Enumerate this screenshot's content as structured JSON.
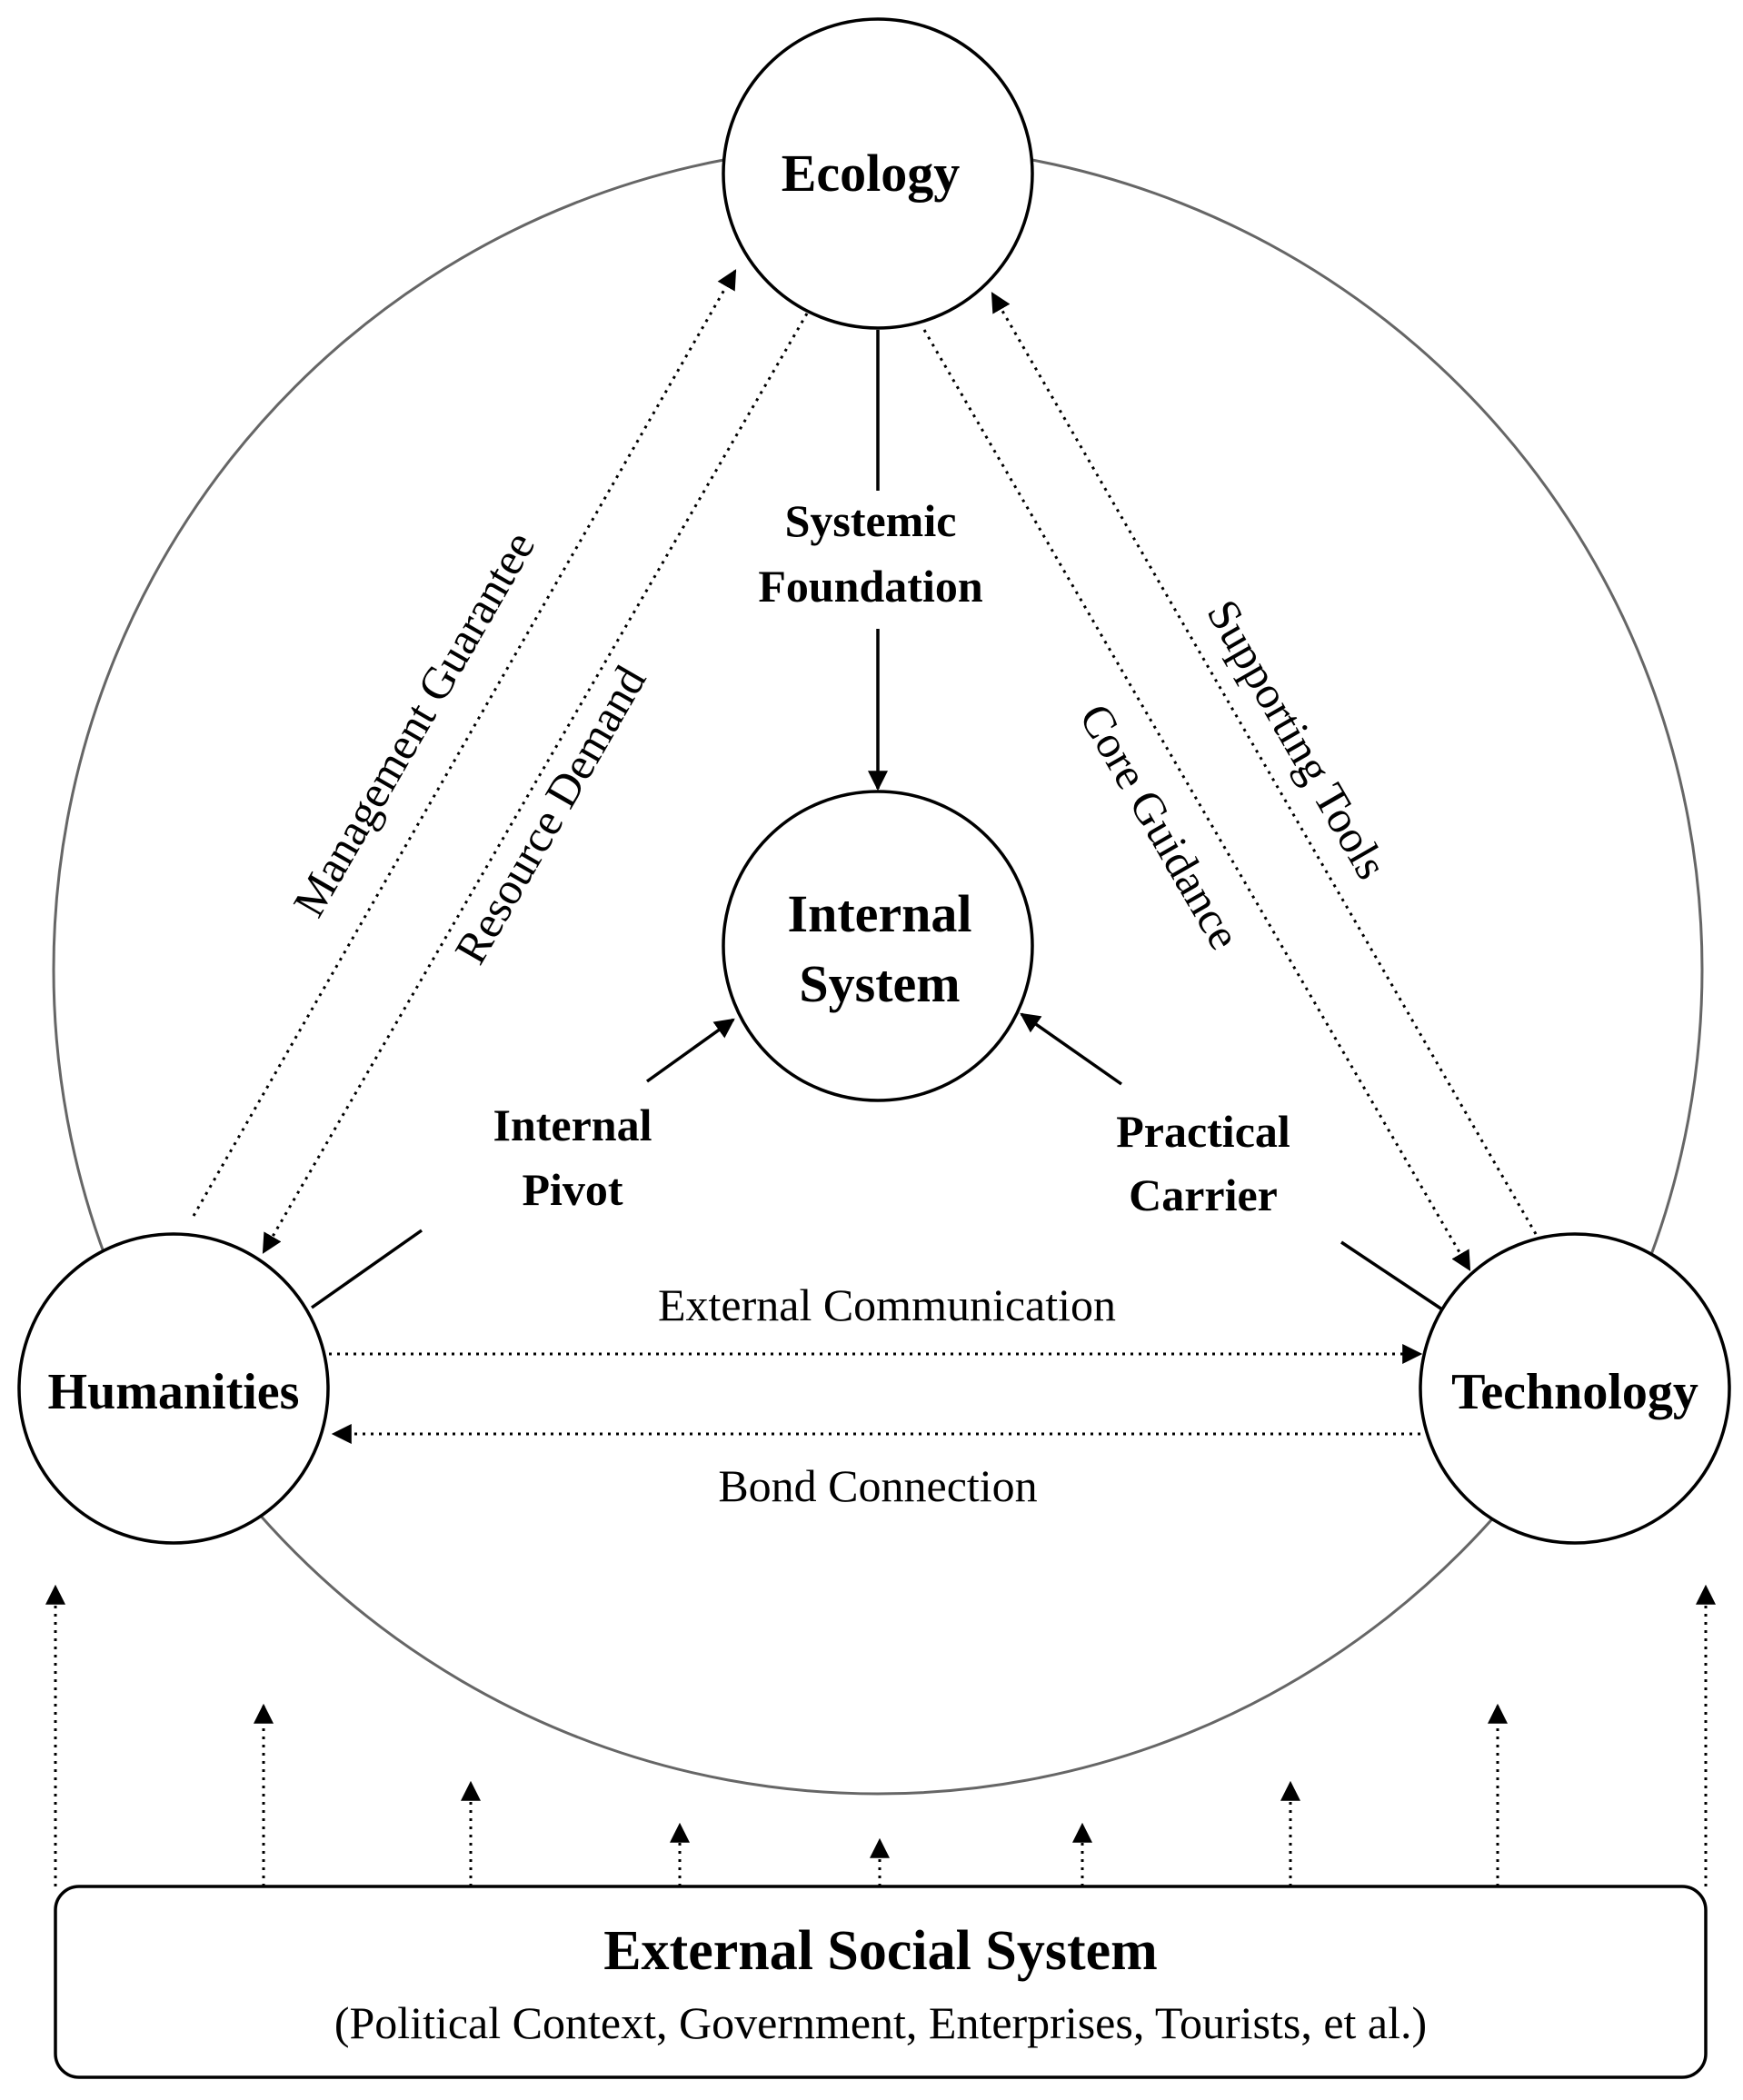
{
  "nodes": {
    "ecology": "Ecology",
    "internal_line1": "Internal",
    "internal_line2": "System",
    "humanities": "Humanities",
    "technology": "Technology"
  },
  "relations": {
    "systemic_foundation_1": "Systemic",
    "systemic_foundation_2": "Foundation",
    "internal_pivot_1": "Internal",
    "internal_pivot_2": "Pivot",
    "practical_carrier_1": "Practical",
    "practical_carrier_2": "Carrier",
    "management_guarantee": "Management Guarantee",
    "resource_demand": "Resource Demand",
    "core_guidance": "Core Guidance",
    "supporting_tools": "Supporting Tools",
    "external_communication": "External Communication",
    "bond_connection": "Bond Connection"
  },
  "external_box": {
    "title": "External Social System",
    "subtitle": "(Political Context, Government, Enterprises, Tourists, et al.)"
  }
}
